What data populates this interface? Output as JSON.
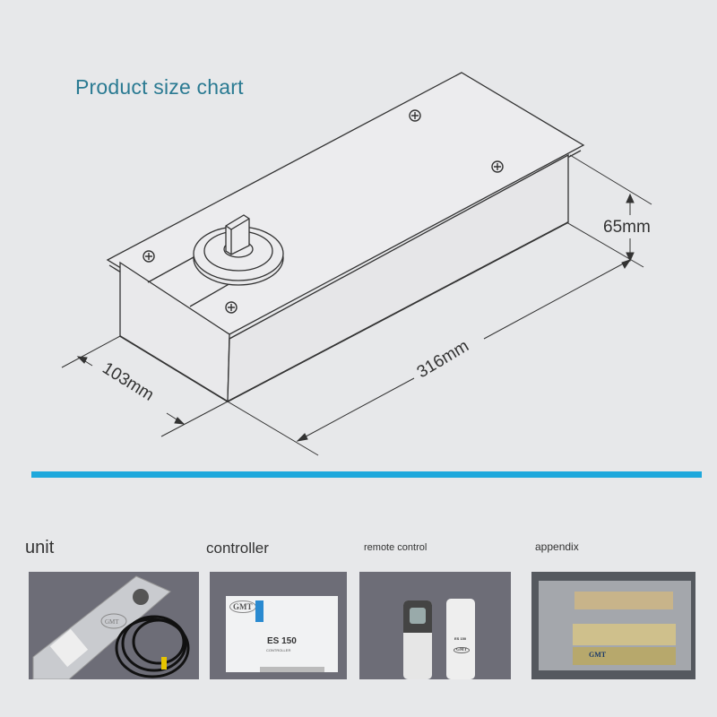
{
  "title": "Product size chart",
  "dimensions": {
    "height": "65mm",
    "length": "316mm",
    "width": "103mm"
  },
  "accent_color": "#1ea8dc",
  "title_color": "#2a7a92",
  "components": [
    {
      "label": "unit",
      "photo_text": "GMT"
    },
    {
      "label": "controller",
      "photo_text": "GMT",
      "model": "ES 150",
      "sub": "CONTROLLER"
    },
    {
      "label": "remote control",
      "photo_text": "GMT",
      "model": "ES 150"
    },
    {
      "label": "appendix",
      "photo_text": "GMT"
    }
  ]
}
